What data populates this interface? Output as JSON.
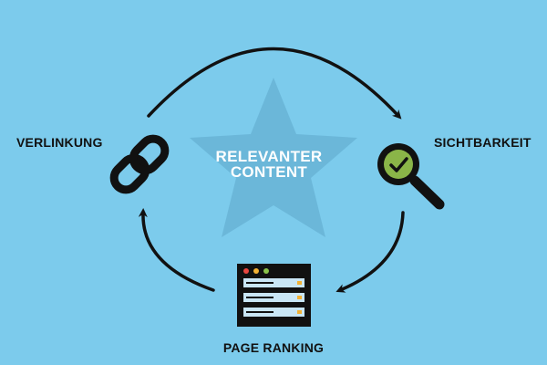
{
  "center": {
    "line1": "RELEVANTER",
    "line2": "CONTENT"
  },
  "nodes": {
    "verlinkung": "VERLINKUNG",
    "sichtbarkeit": "SICHTBARKEIT",
    "page_ranking": "PAGE RANKING"
  },
  "icons": {
    "left": "chain-link-icon",
    "right": "magnifier-check-icon",
    "bottom": "browser-server-icon"
  },
  "colors": {
    "background": "#7ccbec",
    "star": "#6bb7d9",
    "ink": "#111111",
    "check": "#8ab548",
    "dot_red": "#e8463f",
    "dot_yellow": "#f2b134",
    "dot_green": "#8ac24a",
    "row_light": "#c9e6f5",
    "row_accent": "#f2b134"
  }
}
